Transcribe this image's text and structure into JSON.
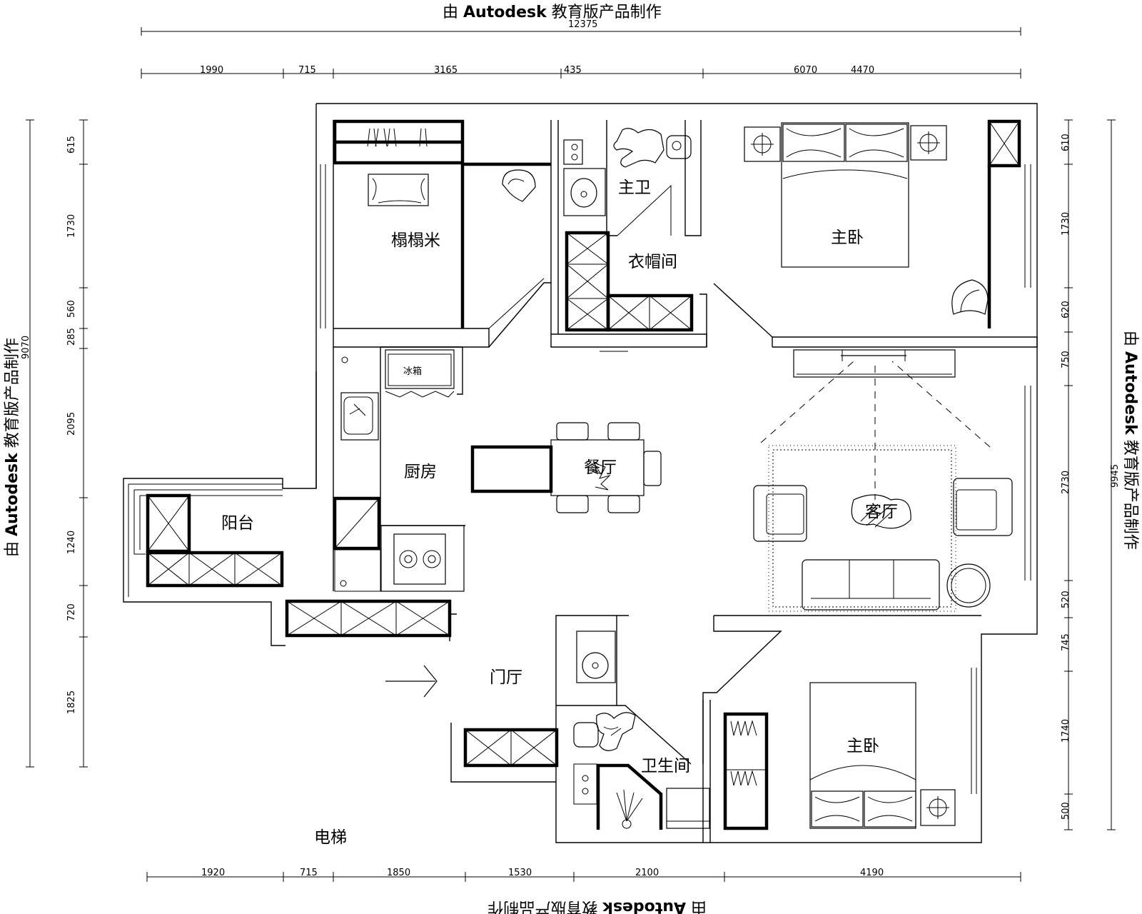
{
  "watermark": {
    "prefix": "由",
    "brand": "Autodesk",
    "suffix": "教育版产品制作"
  },
  "dimensions": {
    "overall_top": "12375",
    "overall_left": "9070",
    "overall_right": "9945",
    "top": [
      "1990",
      "715",
      "3165",
      "435",
      "6070",
      "4470"
    ],
    "bottom": [
      "1920",
      "715",
      "1850",
      "1530",
      "2100",
      "4190"
    ],
    "left": [
      "615",
      "1730",
      "560",
      "285",
      "2095",
      "1240",
      "720",
      "1825"
    ],
    "right": [
      "610",
      "1730",
      "620",
      "750",
      "2730",
      "520",
      "745",
      "1740",
      "500"
    ]
  },
  "rooms": {
    "tatami": "榻榻米",
    "master_bath": "主卫",
    "master_bedroom": "主卧",
    "cloakroom": "衣帽间",
    "kitchen": "厨房",
    "dining": "餐厅",
    "living": "客厅",
    "balcony": "阳台",
    "foyer": "门厅",
    "bathroom": "卫生间",
    "second_bedroom": "主卧",
    "elevator": "电梯",
    "fridge": "冰箱"
  }
}
